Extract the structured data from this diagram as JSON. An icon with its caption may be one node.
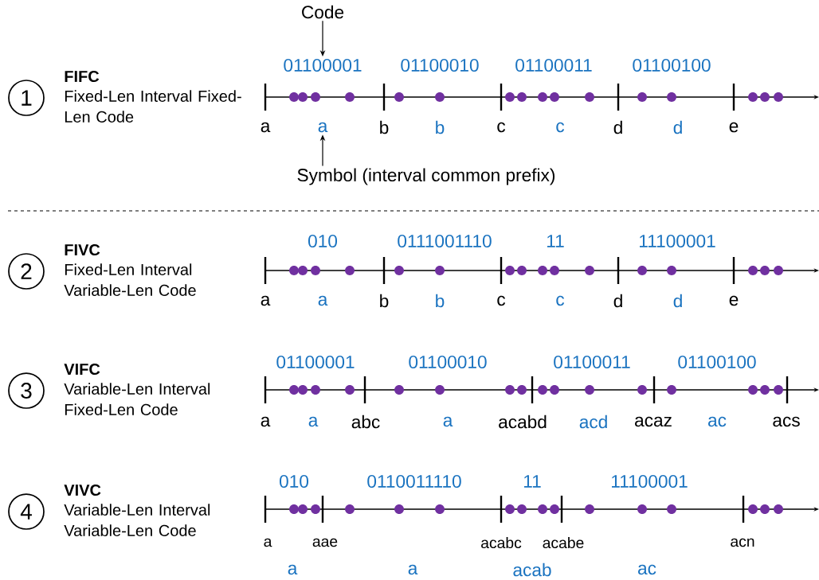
{
  "diagram": {
    "nodes": [
      {
        "text": [
          "Code"
        ]
      },
      {
        "text": [
          "1"
        ],
        "beside": [
          "FIFC",
          "Fixed-Len Interval Fixed-Len Code"
        ]
      },
      {
        "text": [
          "01100001"
        ]
      },
      {
        "text": [
          "a"
        ]
      },
      {
        "text": [
          "Symbol (interval common prefix)"
        ]
      },
      {
        "text": [
          "2"
        ],
        "beside": [
          "FIVC",
          "Fixed-Len Interval Variable-Len Code"
        ]
      },
      {
        "text": [
          "3"
        ],
        "beside": [
          "VIFC",
          "Variable-Len Interval Fixed-Len Code"
        ]
      },
      {
        "text": [
          "4"
        ],
        "beside": [
          "VIVC",
          "Variable-Len Interval Variable-Len Code"
        ]
      }
    ],
    "edges": [
      {
        "from": 0,
        "to": 2,
        "arrow": "to"
      },
      {
        "from": 4,
        "to": 3,
        "arrow": "to"
      }
    ],
    "labels": [
      "01100010",
      "01100011",
      "01100100",
      "a",
      "b",
      "b",
      "c",
      "c",
      "d",
      "d",
      "e",
      "010",
      "0111001110",
      "11",
      "11100001",
      "a",
      "a",
      "b",
      "b",
      "c",
      "c",
      "d",
      "d",
      "e",
      "01100001",
      "01100010",
      "01100011",
      "01100100",
      "a",
      "a",
      "abc",
      "a",
      "acabd",
      "acd",
      "acaz",
      "ac",
      "acs",
      "010",
      "0110011110",
      "11",
      "11100001",
      "a",
      "aae",
      "acabc",
      "acabe",
      "acn",
      "a",
      "a",
      "acab",
      "ac"
    ]
  }
}
